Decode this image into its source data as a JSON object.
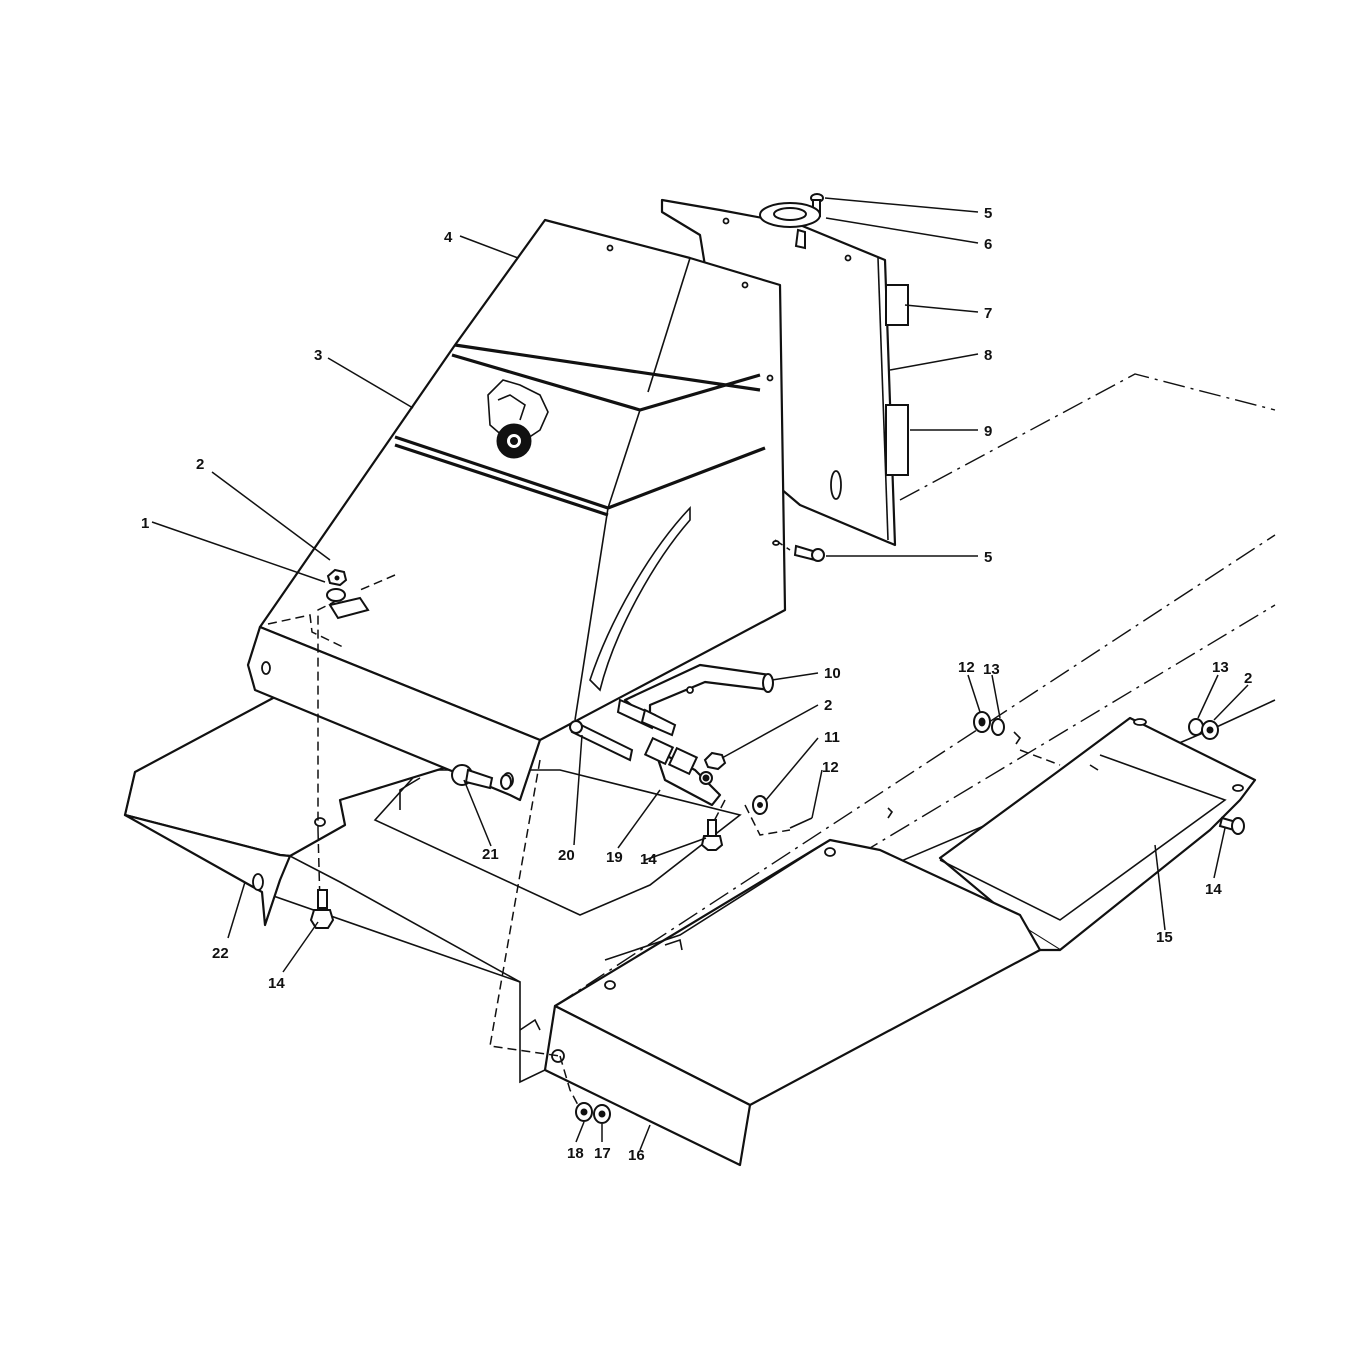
{
  "callouts": [
    {
      "id": "c1",
      "label": "1"
    },
    {
      "id": "c2a",
      "label": "2"
    },
    {
      "id": "c3",
      "label": "3"
    },
    {
      "id": "c4",
      "label": "4"
    },
    {
      "id": "c5a",
      "label": "5"
    },
    {
      "id": "c6",
      "label": "6"
    },
    {
      "id": "c7",
      "label": "7"
    },
    {
      "id": "c8",
      "label": "8"
    },
    {
      "id": "c9",
      "label": "9"
    },
    {
      "id": "c5b",
      "label": "5"
    },
    {
      "id": "c10",
      "label": "10"
    },
    {
      "id": "c2b",
      "label": "2"
    },
    {
      "id": "c11",
      "label": "11"
    },
    {
      "id": "c12a",
      "label": "12"
    },
    {
      "id": "c12b",
      "label": "12"
    },
    {
      "id": "c13a",
      "label": "13"
    },
    {
      "id": "c13b",
      "label": "13"
    },
    {
      "id": "c2c",
      "label": "2"
    },
    {
      "id": "c14a",
      "label": "14"
    },
    {
      "id": "c14b",
      "label": "14"
    },
    {
      "id": "c14c",
      "label": "14"
    },
    {
      "id": "c15",
      "label": "15"
    },
    {
      "id": "c16",
      "label": "16"
    },
    {
      "id": "c17",
      "label": "17"
    },
    {
      "id": "c18",
      "label": "18"
    },
    {
      "id": "c19",
      "label": "19"
    },
    {
      "id": "c20",
      "label": "20"
    },
    {
      "id": "c21",
      "label": "21"
    },
    {
      "id": "c22",
      "label": "22"
    }
  ]
}
